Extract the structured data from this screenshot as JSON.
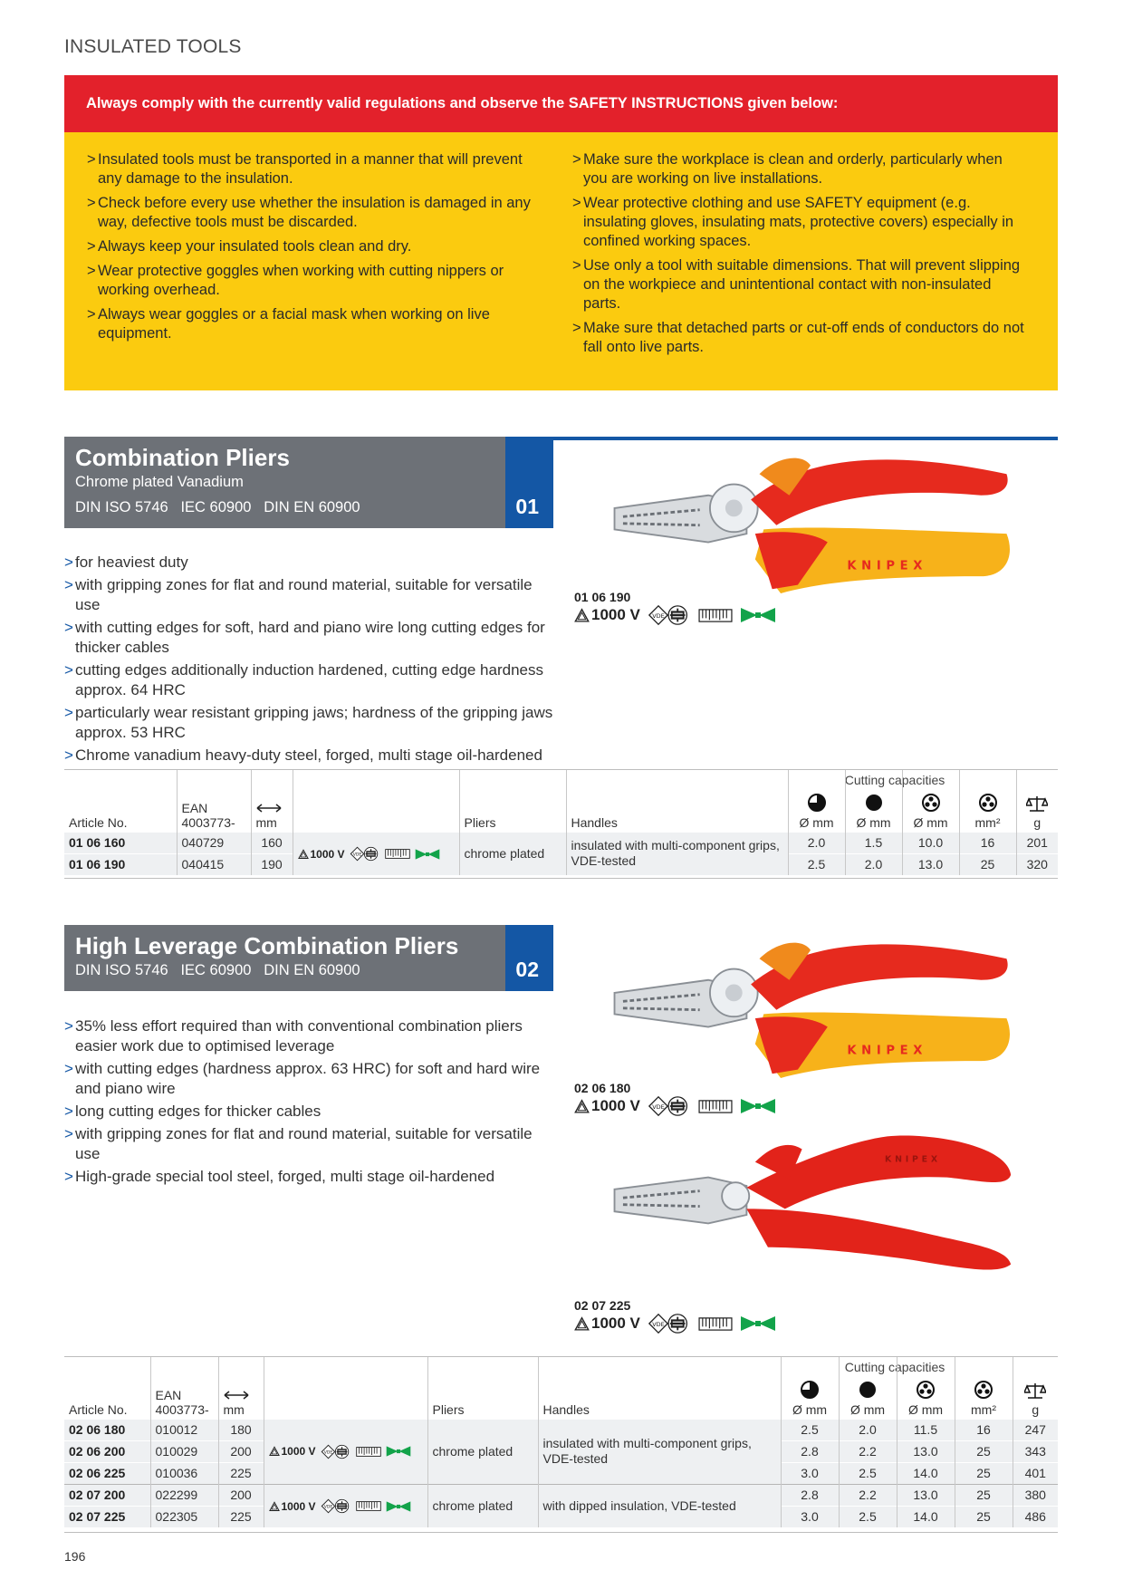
{
  "chapter": "INSULATED TOOLS",
  "safety": {
    "title": "Always comply with the currently valid regulations and observe the SAFETY INSTRUCTIONS given below:",
    "left": [
      "Insulated tools must be transported in a manner that will prevent any damage to the insulation.",
      "Check before every use whether the insulation is damaged in any way, defective tools must be discarded.",
      "Always keep your insulated tools clean and dry.",
      "Wear protective goggles when working with cutting nippers or working overhead.",
      "Always wear goggles or a facial mask when working on live equipment."
    ],
    "right": [
      "Make sure the workplace is clean and orderly, particularly when you are working on live installations.",
      "Wear protective clothing and use SAFETY equipment (e.g. insulating gloves, insulating mats, protective covers) especially in confined working spaces.",
      "Use only a tool with suitable dimensions. That will prevent slipping on the workpiece and unintentional contact with non-insulated parts.",
      "Make sure that detached parts or cut-off ends of conductors do not fall onto live parts."
    ]
  },
  "voltage": "1000 V",
  "columns": {
    "article": "Article No.",
    "ean": "EAN",
    "ean_prefix": "4003773-",
    "mm": "mm",
    "pliers": "Pliers",
    "handles": "Handles",
    "cutting_capacities": "Cutting capacities",
    "dia_mm": "Ø mm",
    "mm2": "mm²",
    "g": "g"
  },
  "sections": [
    {
      "title": "Combination Pliers",
      "subtitle": "Chrome plated Vanadium",
      "standards": "DIN ISO 5746   IEC 60900   DIN EN 60900",
      "number": "01",
      "features": [
        "for heaviest duty",
        "with gripping zones for flat and round material, suitable for versatile use",
        "with cutting edges for soft, hard and piano wire long cutting edges for thicker cables",
        "cutting edges additionally induction hardened, cutting edge hardness approx. 64 HRC",
        "particularly wear resistant gripping jaws; hardness of the gripping jaws approx. 53 HRC",
        "Chrome vanadium heavy-duty steel, forged, multi stage oil-hardened"
      ],
      "images": [
        {
          "article": "01 06 190",
          "handle_text": "KNIPEX"
        }
      ],
      "rows": [
        {
          "article": "01 06 160",
          "ean": "040729",
          "mm": "160",
          "pliers": "chrome plated",
          "handles": "insulated with multi-component grips, VDE-tested",
          "c1": "2.0",
          "c2": "1.5",
          "c3": "10.0",
          "c4": "16",
          "g": "201"
        },
        {
          "article": "01 06 190",
          "ean": "040415",
          "mm": "190",
          "c1": "2.5",
          "c2": "2.0",
          "c3": "13.0",
          "c4": "25",
          "g": "320"
        }
      ]
    },
    {
      "title": "High Leverage Combination Pliers",
      "standards": "DIN ISO 5746   IEC 60900   DIN EN 60900",
      "number": "02",
      "features": [
        "35% less effort required than with conventional combination pliers easier work due to optimised leverage",
        "with cutting edges (hardness approx. 63 HRC) for soft and hard wire and piano wire",
        "long cutting edges for thicker cables",
        "with gripping zones for flat and round material, suitable for versatile use",
        "High-grade special tool steel, forged, multi stage oil-hardened"
      ],
      "images": [
        {
          "article": "02 06 180",
          "handle_text": "KNIPEX"
        },
        {
          "article": "02 07 225",
          "handle_text": "KNIPEX"
        }
      ],
      "rows": [
        {
          "article": "02 06 180",
          "ean": "010012",
          "mm": "180",
          "c1": "2.5",
          "c2": "2.0",
          "c3": "11.5",
          "c4": "16",
          "g": "247"
        },
        {
          "article": "02 06 200",
          "ean": "010029",
          "mm": "200",
          "pliers": "chrome plated",
          "handles": "insulated with multi-component grips, VDE-tested",
          "c1": "2.8",
          "c2": "2.2",
          "c3": "13.0",
          "c4": "25",
          "g": "343"
        },
        {
          "article": "02 06 225",
          "ean": "010036",
          "mm": "225",
          "c1": "3.0",
          "c2": "2.5",
          "c3": "14.0",
          "c4": "25",
          "g": "401"
        },
        {
          "article": "02 07 200",
          "ean": "022299",
          "mm": "200",
          "pliers": "chrome plated",
          "handles": "with dipped insulation, VDE-tested",
          "c1": "2.8",
          "c2": "2.2",
          "c3": "13.0",
          "c4": "25",
          "g": "380"
        },
        {
          "article": "02 07 225",
          "ean": "022305",
          "mm": "225",
          "c1": "3.0",
          "c2": "2.5",
          "c3": "14.0",
          "c4": "25",
          "g": "486"
        }
      ]
    }
  ],
  "page_number": "196",
  "colors": {
    "safety_red": "#e3212b",
    "safety_yellow": "#fbcb0f",
    "section_grey": "#6d7177",
    "section_blue": "#1457a5",
    "vde_green": "#12a34a"
  }
}
